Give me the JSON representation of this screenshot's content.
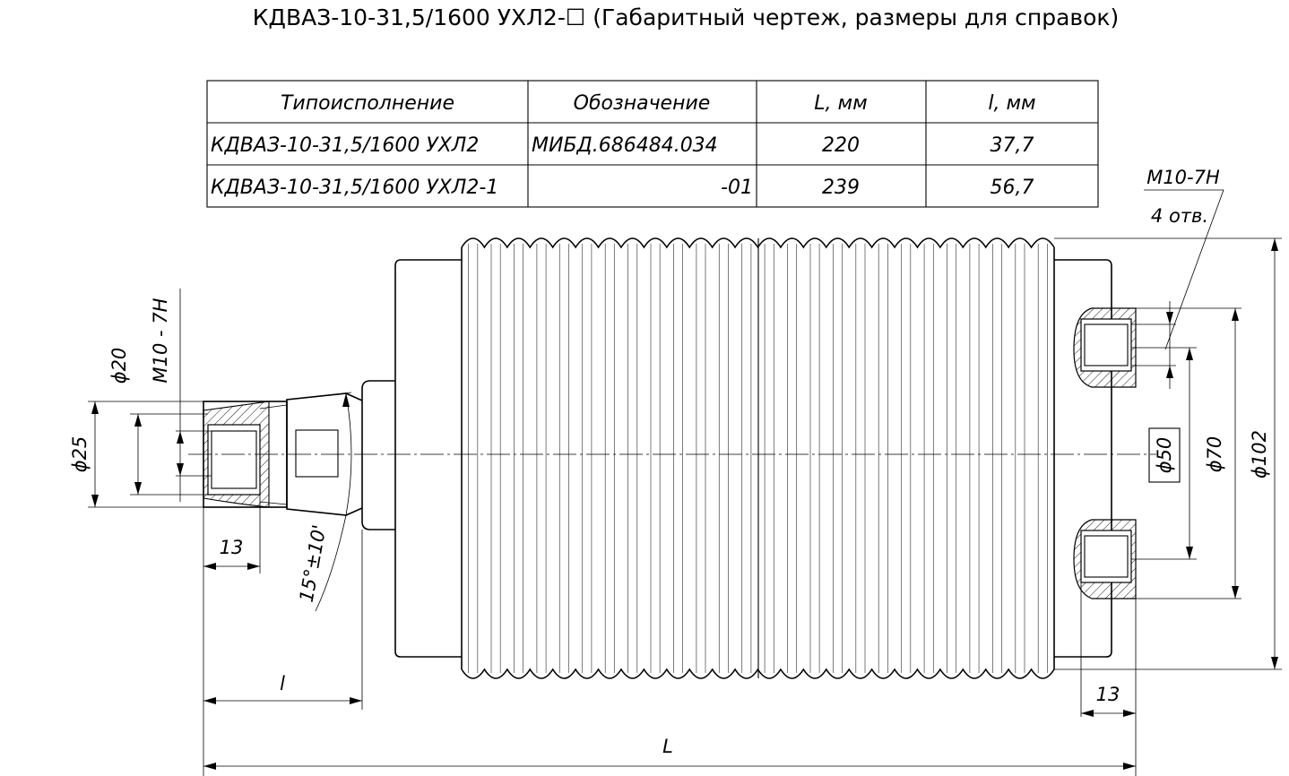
{
  "title": "КДВАЗ-10-31,5/1600 УХЛ2-☐ (Габаритный чертеж, размеры для справок)",
  "table": {
    "headers": [
      "Типоисполнение",
      "Обозначение",
      "L, мм",
      "l, мм"
    ],
    "rows": [
      [
        "КДВАЗ-10-31,5/1600 УХЛ2",
        "МИБД.686484.034",
        "220",
        "37,7"
      ],
      [
        "КДВАЗ-10-31,5/1600 УХЛ2-1",
        "-01",
        "239",
        "56,7"
      ]
    ]
  },
  "dimensions": {
    "d25": "ϕ25",
    "d20": "ϕ20",
    "m10_left": "M10 - 7H",
    "len13_left": "13",
    "angle": "15°±10'",
    "len_l": "l",
    "len_L": "L",
    "m10_right": "M10-7H",
    "holes": "4 отв.",
    "d50": "ϕ50",
    "d70": "ϕ70",
    "d102": "ϕ102",
    "len13_right": "13"
  }
}
